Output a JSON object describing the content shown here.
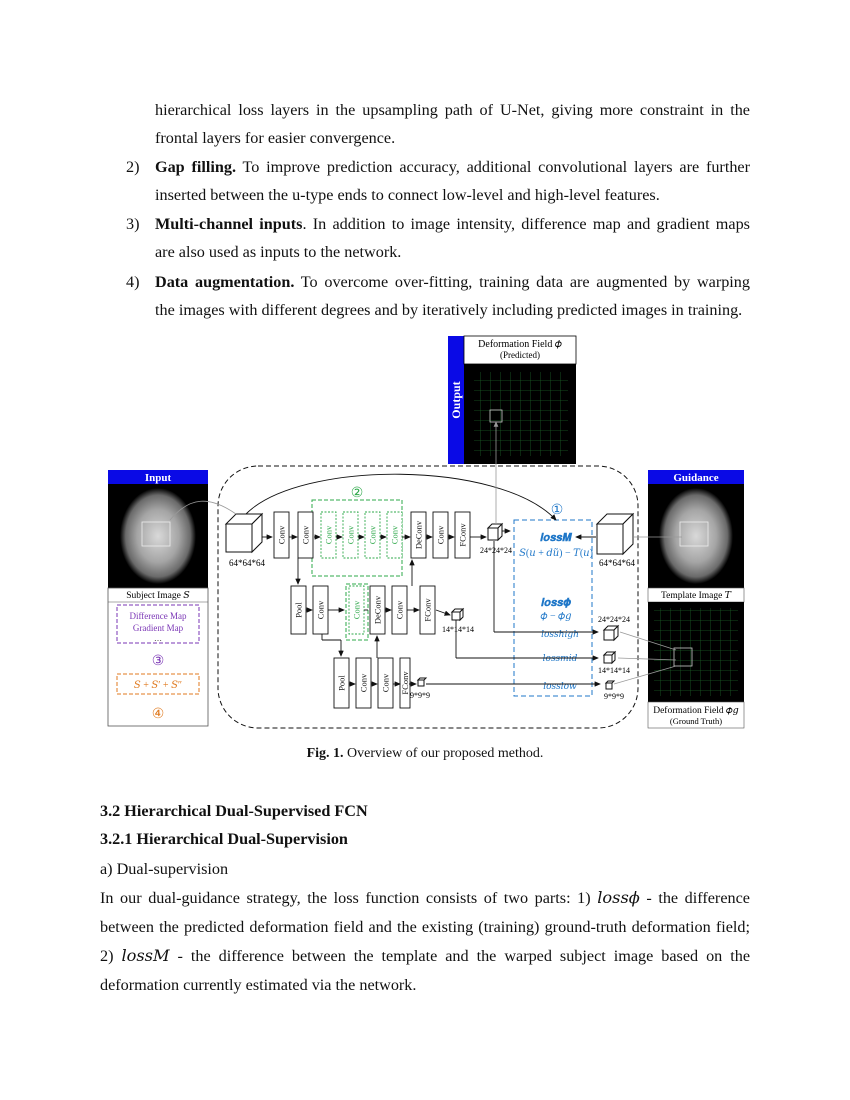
{
  "body": {
    "p1_l1": "hierarchical loss layers in the upsampling path of U-Net, giving more constraint in the",
    "p1_l2": "frontal layers for easier convergence.",
    "item2_num": "2)",
    "item2_title": "Gap filling.",
    "item2_l1": " To improve prediction accuracy, additional convolutional layers are further",
    "item2_l2": "inserted between the u-type ends to connect low-level and high-level features.",
    "item3_num": "3)",
    "item3_title": "Multi-channel inputs",
    "item3_l1": ". In addition to image intensity, difference map and gradient maps",
    "item3_l2": "are also used as inputs to the network.",
    "item4_num": "4)",
    "item4_title": "Data augmentation.",
    "item4_l1": " To overcome over-fitting, training data are augmented by warping",
    "item4_l2": "the images with different degrees and by iteratively including predicted images in training."
  },
  "figure": {
    "caption_label": "Fig. 1.",
    "caption_text": " Overview of our proposed method.",
    "output_label": "Output",
    "output_title": "Deformation Field 𝜙",
    "output_sub": "(Predicted)",
    "input_label": "Input",
    "guidance_label": "Guidance",
    "subject_label": "Subject Image 𝑆",
    "difference_map": "Difference Map",
    "gradient_map": "Gradient Map",
    "ellipsis": "…",
    "circle3": "③",
    "sum_formula": "𝑆 + 𝑆′ + 𝑆″",
    "circle4": "④",
    "circle2": "②",
    "circle1": "①",
    "template_label": "Template Image 𝑇",
    "gt_title": "Deformation Field 𝜙𝑔",
    "gt_sub": "(Ground Truth)",
    "dim_64_left": "64*64*64",
    "dim_64_right": "64*64*64",
    "dim_24_mid": "24*24*24",
    "dim_24_right": "24*24*24",
    "dim_14_mid": "14*14*14",
    "dim_14_right": "14*14*14",
    "dim_9_mid": "9*9*9",
    "dim_9_right": "9*9*9",
    "loss_m": "𝒍𝒐𝒔𝒔𝑴",
    "loss_m_formula": "𝑆(𝑢 + 𝑑𝑢̃) − 𝑇(𝑢)",
    "loss_phi": "𝒍𝒐𝒔𝒔𝝓",
    "loss_phi_formula": "𝜙 − 𝜙𝑔",
    "loss_high": "𝑙𝑜𝑠𝑠ℎ𝑖𝑔ℎ",
    "loss_mid": "𝑙𝑜𝑠𝑠𝑚𝑖𝑑",
    "loss_low": "𝑙𝑜𝑠𝑠𝑙𝑜𝑤",
    "layer_conv": "Conv",
    "layer_pool": "Pool",
    "layer_deconv": "DeConv",
    "layer_fconv": "FConv"
  },
  "sections": {
    "s32": "3.2 Hierarchical Dual-Supervised FCN",
    "s321": "3.2.1 Hierarchical Dual-Supervision",
    "sub_a": "a) Dual-supervision",
    "par_l1_a": "In our dual-guidance strategy, the loss function consists of two parts: 1) ",
    "par_l1_math": "𝑙𝑜𝑠𝑠𝜙",
    "par_l1_b": " - the difference",
    "par_l2": "between the predicted deformation field and the existing (training) ground-truth deformation field;",
    "par_l3_a": "2) ",
    "par_l3_math": "𝑙𝑜𝑠𝑠𝑀",
    "par_l3_b": " - the difference between the template and the warped subject image based on the",
    "par_l4": "deformation currently estimated via the network."
  },
  "colors": {
    "blue_header": "#0a0ae6",
    "green_dashed": "#2ea84a",
    "purple": "#7a35b5",
    "orange": "#e07a1f",
    "loss_blue": "#1f77c8"
  }
}
